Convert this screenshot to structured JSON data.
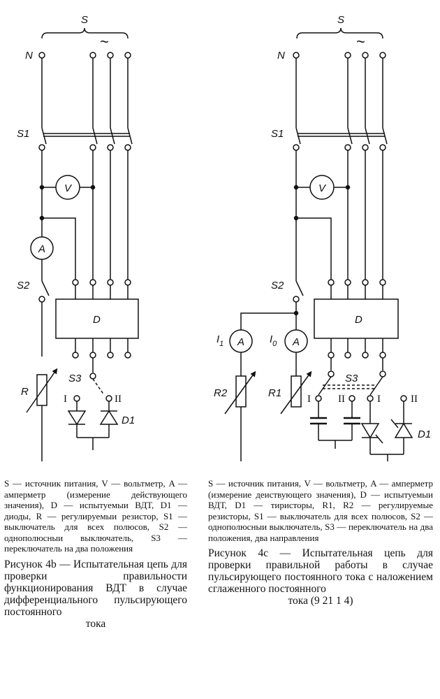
{
  "fig_b": {
    "labels": {
      "S": "S",
      "N": "N",
      "tilde": "~",
      "S1": "S1",
      "V": "V",
      "A": "A",
      "S2": "S2",
      "D": "D",
      "R": "R",
      "S3": "S3",
      "I": "I",
      "II": "II",
      "D1": "D1"
    },
    "legend": "S — источник питания, V — вольтметр, A — амперметр (измерение действующего значения), D — испытуемыи ВДТ, D1 — диоды, R — регулируемыи резистор, S1 — выключатель для всех полюсов, S2 — однополюсныи выключатель, S3 — переключатель на два положения",
    "title": "Рисунок 4b — Испытательная цепь для проверки правильности функционирования ВДТ в случае дифференциального пульсирующего постоянного",
    "title_last": "тока"
  },
  "fig_c": {
    "labels": {
      "S": "S",
      "N": "N",
      "tilde": "~",
      "S1": "S1",
      "V": "V",
      "S2": "S2",
      "D": "D",
      "I1": "I",
      "I1_sub": "1",
      "I0": "I",
      "I0_sub": "0",
      "A1": "A",
      "A2": "A",
      "R2": "R2",
      "R1": "R1",
      "S3": "S3",
      "I_a": "I",
      "II_a": "II",
      "I_b": "I",
      "II_b": "II",
      "D1": "D1"
    },
    "legend": "S — источник питания, V — вольтметр, A — амперметр (измерение деиствующего значения), D — испытуемыи ВДТ, D1 — тиристоры, R1, R2 — регулируемые резисторы, S1 — выключатель для всех полюсов, S2 — однополюсныи выключатель, S3 — переключатель на два положения, два направления",
    "title": "Рисунок 4c — Испытательная цепь для проверки правильной работы в случае пульсирующего постоянного тока с наложением сглаженного постоянного",
    "title_last": "тока (9 21 1 4)"
  }
}
